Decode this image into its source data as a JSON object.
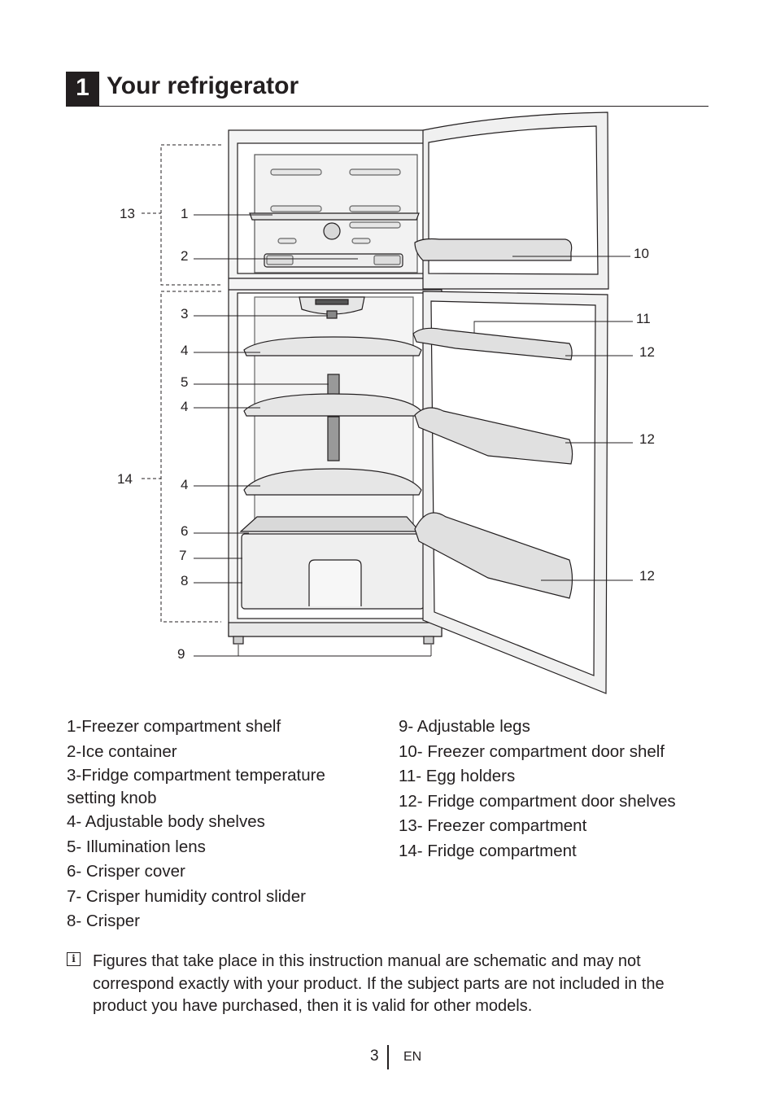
{
  "header": {
    "chapter_number": "1",
    "title": "Your refrigerator"
  },
  "diagram_labels": {
    "l1": "1",
    "l2": "2",
    "l3": "3",
    "l4a": "4",
    "l5": "5",
    "l4b": "4",
    "l4c": "4",
    "l6": "6",
    "l7": "7",
    "l8": "8",
    "l9": "9",
    "l10": "10",
    "l11": "11",
    "l12a": "12",
    "l12b": "12",
    "l12c": "12",
    "l13": "13",
    "l14": "14"
  },
  "legend_left": [
    "1-Freezer compartment shelf",
    "2-Ice container",
    "3-Fridge compartment temperature",
    "setting knob",
    "4- Adjustable body shelves",
    "5- Illumination lens",
    "6- Crisper cover",
    "7- Crisper humidity control slider",
    "8- Crisper"
  ],
  "legend_right": [
    "9- Adjustable legs",
    "10- Freezer compartment door shelf",
    "11- Egg holders",
    "12- Fridge compartment door shelves",
    "13-  Freezer compartment",
    "14- Fridge compartment"
  ],
  "note": {
    "icon": "info-icon",
    "text": "Figures that take place in this instruction manual are schematic and may not correspond exactly with your product. If the subject parts are not included in the product you have purchased, then it is valid for other models."
  },
  "footer": {
    "page_number": "3",
    "language": "EN"
  }
}
